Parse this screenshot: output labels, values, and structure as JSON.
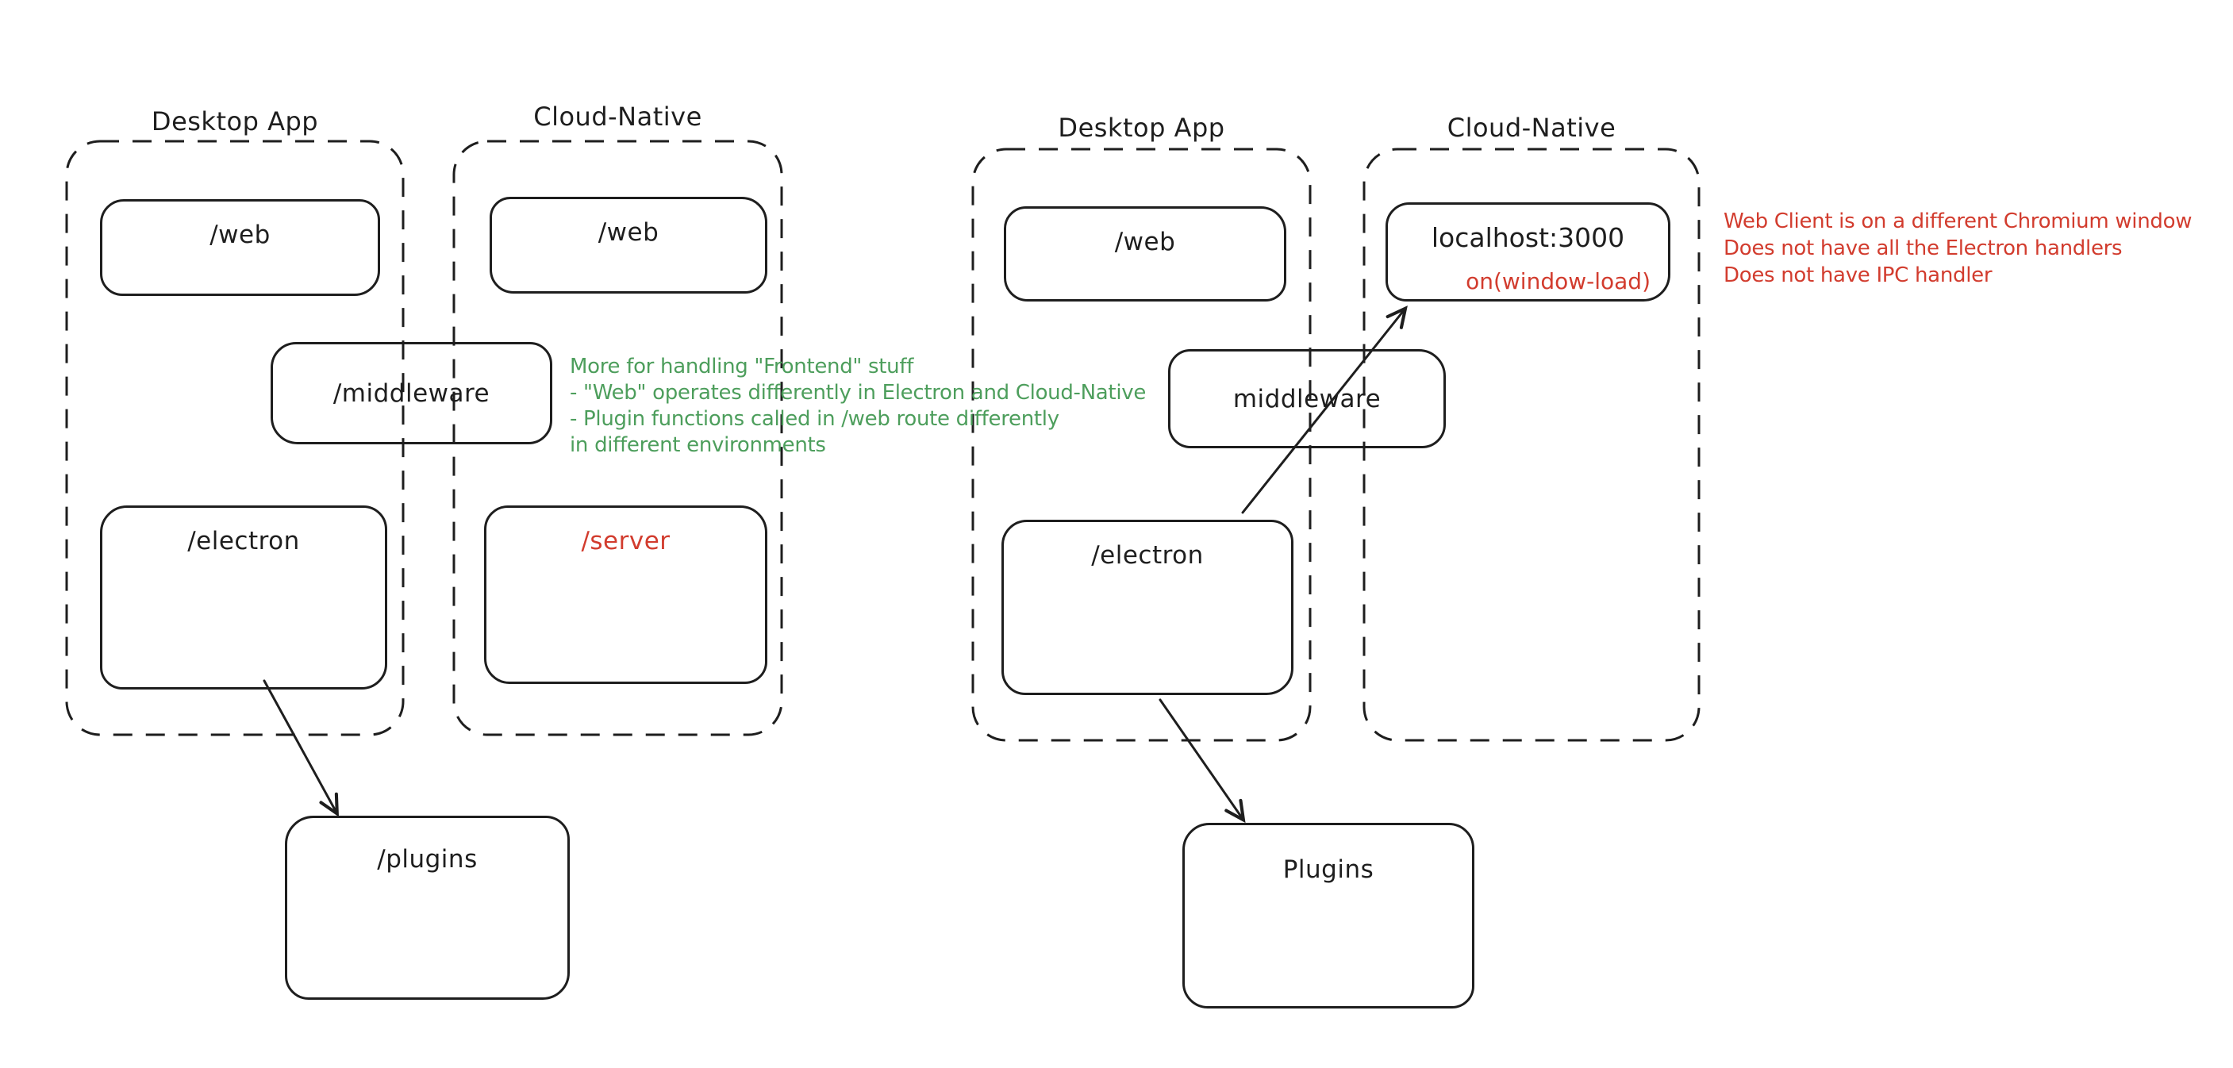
{
  "colors": {
    "ink": "#1e1e1e",
    "red": "#d23c2e",
    "green": "#4d9e5c",
    "background": "#ffffff"
  },
  "left_diagram": {
    "desktop_title": "Desktop App",
    "cloud_title": "Cloud-Native",
    "desktop_web": "/web",
    "cloud_web": "/web",
    "middleware": "/middleware",
    "electron": "/electron",
    "server": "/server",
    "plugins": "/plugins"
  },
  "right_diagram": {
    "desktop_title": "Desktop App",
    "cloud_title": "Cloud-Native",
    "desktop_web": "/web",
    "localhost": "localhost:3000",
    "window_load": "on(window-load)",
    "middleware": "middleware",
    "electron": "/electron",
    "plugins": "Plugins"
  },
  "notes": {
    "green_lines": [
      "More for handling \"Frontend\" stuff",
      "- \"Web\" operates differently in Electron and Cloud-Native",
      "- Plugin functions called in /web route differently",
      "in different environments"
    ],
    "red_lines": [
      "Web Client is on a different Chromium window",
      "Does not have all the Electron handlers",
      "Does not have IPC handler"
    ]
  }
}
